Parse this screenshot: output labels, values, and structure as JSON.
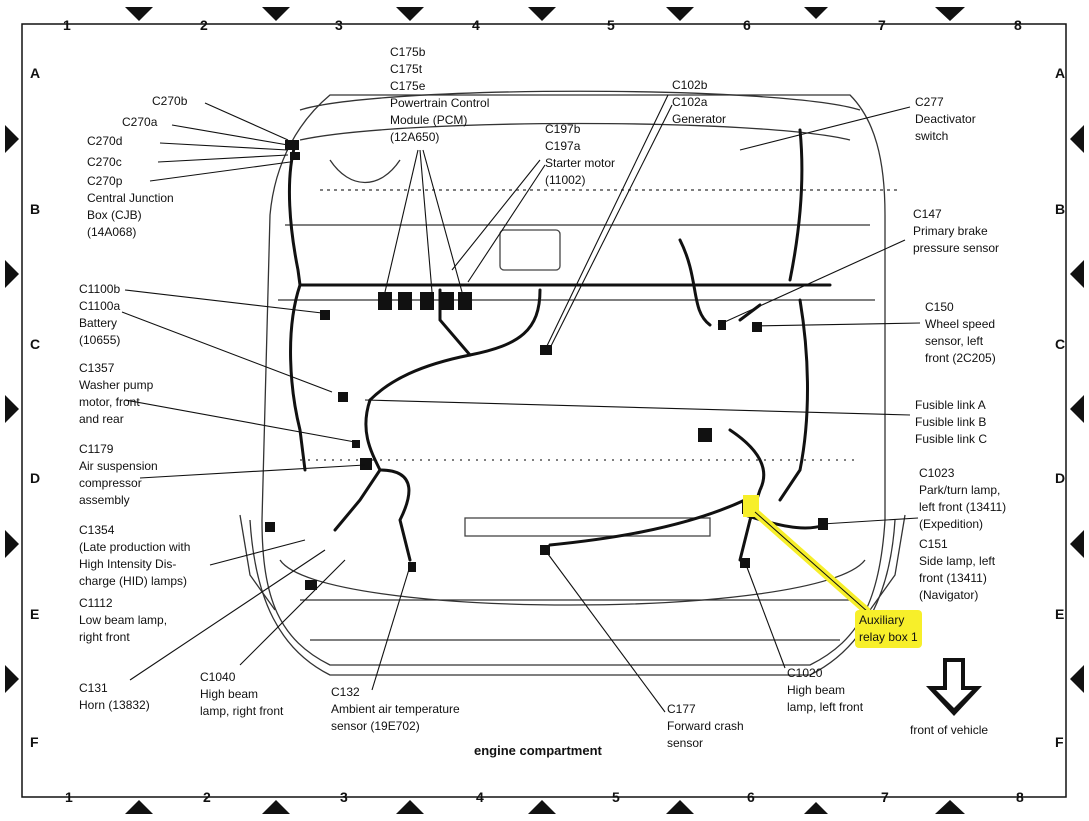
{
  "grid": {
    "columns": [
      "1",
      "2",
      "3",
      "4",
      "5",
      "6",
      "7",
      "8"
    ],
    "rows": [
      "A",
      "B",
      "C",
      "D",
      "E",
      "F"
    ]
  },
  "title": "engine compartment",
  "front_label": "front of vehicle",
  "labels": {
    "c270b": "C270b",
    "c270a": "C270a",
    "c270d": "C270d",
    "c270c": "C270c",
    "cjb": "C270p\nCentral Junction\nBox (CJB)\n(14A068)",
    "pcm": "C175b\nC175t\nC175e\nPowertrain Control\nModule (PCM)\n(12A650)",
    "starter": "C197b\nC197a\nStarter motor\n(11002)",
    "generator": "C102b\nC102a\nGenerator",
    "c277": "C277\nDeactivator\nswitch",
    "c147": "C147\nPrimary brake\npressure sensor",
    "c150": "C150\nWheel speed\nsensor, left\nfront (2C205)",
    "battery": "C1100b\nC1100a\nBattery\n(10655)",
    "c1357": "C1357\nWasher pump\nmotor, front\nand rear",
    "fusible": "Fusible link A\nFusible link B\nFusible link C",
    "c1179": "C1179\nAir suspension\ncompressor\nassembly",
    "c1023": "C1023\nPark/turn lamp,\nleft front (13411)\n(Expedition)",
    "c151": "C151\nSide lamp, left\nfront (13411)\n(Navigator)",
    "c1354": "C1354\n(Late production with\nHigh Intensity Dis-\ncharge (HID) lamps)",
    "c1112": "C1112\nLow beam lamp,\nright front",
    "aux_relay": "Auxiliary\nrelay box 1",
    "c131": "C131\nHorn (13832)",
    "c1040": "C1040\nHigh beam\nlamp, right front",
    "c132": "C132\nAmbient air temperature\nsensor (19E702)",
    "c177": "C177\nForward crash\nsensor",
    "c1020": "C1020\nHigh beam\nlamp, left front"
  },
  "colors": {
    "highlight": "#f7ef2a",
    "line": "#111111"
  }
}
